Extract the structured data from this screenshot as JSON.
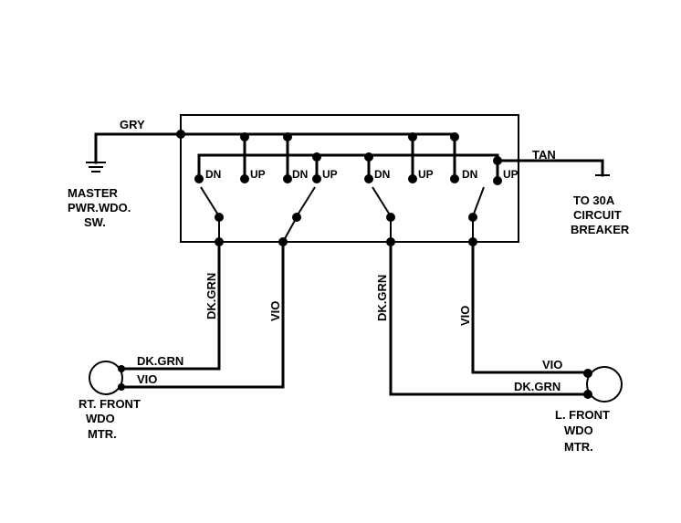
{
  "labels": {
    "gry": "GRY",
    "tan": "TAN",
    "dn": "DN",
    "up": "UP",
    "master": [
      "MASTER",
      "PWR.WDO.",
      "SW."
    ],
    "breaker": [
      "TO 30A",
      "CIRCUIT",
      "BREAKER"
    ],
    "rt_motor": [
      "RT. FRONT",
      "WDO",
      "MTR."
    ],
    "l_motor": [
      "L. FRONT",
      "WDO",
      "MTR."
    ],
    "dk_grn": "DK.GRN",
    "vio": "VIO"
  }
}
